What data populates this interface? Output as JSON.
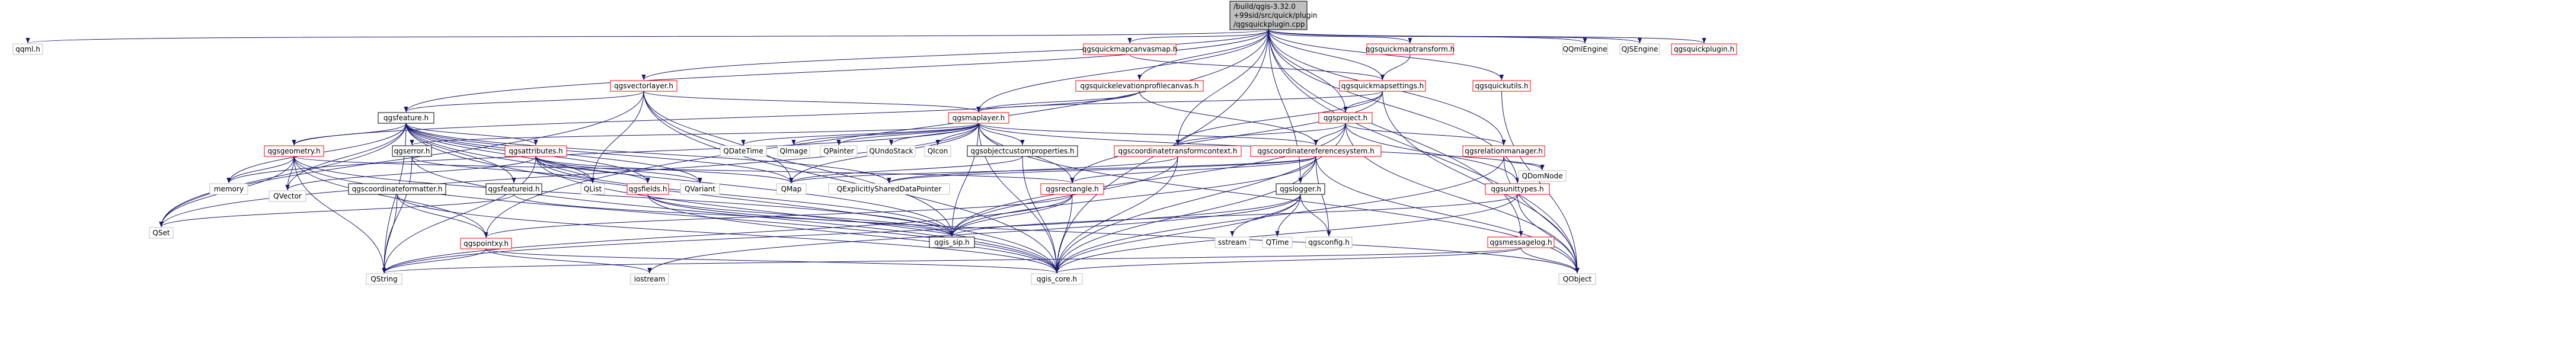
{
  "colors": {
    "root_fill": "#bfbfbf",
    "fill": "#ffffff",
    "black": "#000000",
    "red": "#ff0000",
    "gray": "#bfbfbf",
    "edge": "#191970"
  },
  "root": [
    "/build/qgis-3.32.0",
    "+99sid/src/quick/plugin",
    "/qgsquickplugin.cpp"
  ],
  "nodes": [
    {
      "id": "qqml",
      "label": "qqml.h",
      "style": "gray"
    },
    {
      "id": "qgsquickmapcanvasmap",
      "label": "qgsquickmapcanvasmap.h",
      "style": "red"
    },
    {
      "id": "qgsquickmaptransform",
      "label": "qgsquickmaptransform.h",
      "style": "red"
    },
    {
      "id": "qqmlengine",
      "label": "QQmlEngine",
      "style": "gray"
    },
    {
      "id": "qjsengine",
      "label": "QJSEngine",
      "style": "gray"
    },
    {
      "id": "qgsquickplugin",
      "label": "qgsquickplugin.h",
      "style": "red"
    },
    {
      "id": "qgsvectorlayer",
      "label": "qgsvectorlayer.h",
      "style": "red"
    },
    {
      "id": "qgsquickmapsettings",
      "label": "qgsquickmapsettings.h",
      "style": "red"
    },
    {
      "id": "qgsquickelevationprofilecanvas",
      "label": "qgsquickelevationprofilecanvas.h",
      "style": "red"
    },
    {
      "id": "qgsquickutils",
      "label": "qgsquickutils.h",
      "style": "red"
    },
    {
      "id": "qgsfeature",
      "label": "qgsfeature.h",
      "style": "black"
    },
    {
      "id": "qgsmaplayer",
      "label": "qgsmaplayer.h",
      "style": "red"
    },
    {
      "id": "qgsproject",
      "label": "qgsproject.h",
      "style": "red"
    },
    {
      "id": "qgsgeometry",
      "label": "qgsgeometry.h",
      "style": "red"
    },
    {
      "id": "qgserror",
      "label": "qgserror.h",
      "style": "black"
    },
    {
      "id": "qgsattributes",
      "label": "qgsattributes.h",
      "style": "red"
    },
    {
      "id": "qgsobjectcustomproperties",
      "label": "qgsobjectcustomproperties.h",
      "style": "black"
    },
    {
      "id": "qdatetime",
      "label": "QDateTime",
      "style": "gray"
    },
    {
      "id": "qimage",
      "label": "QImage",
      "style": "gray"
    },
    {
      "id": "qpainter",
      "label": "QPainter",
      "style": "gray"
    },
    {
      "id": "qundostack",
      "label": "QUndoStack",
      "style": "gray"
    },
    {
      "id": "qicon",
      "label": "QIcon",
      "style": "gray"
    },
    {
      "id": "qgscoordinatetransformcontext",
      "label": "qgscoordinatetransformcontext.h",
      "style": "red"
    },
    {
      "id": "qgscoordinatereferencesystem",
      "label": "qgscoordinatereferencesystem.h",
      "style": "red"
    },
    {
      "id": "qgsrelationmanager",
      "label": "qgsrelationmanager.h",
      "style": "red"
    },
    {
      "id": "qdomnode",
      "label": "QDomNode",
      "style": "gray"
    },
    {
      "id": "qgsunittypes",
      "label": "qgsunittypes.h",
      "style": "red"
    },
    {
      "id": "memory",
      "label": "memory",
      "style": "gray"
    },
    {
      "id": "qvector",
      "label": "QVector",
      "style": "gray"
    },
    {
      "id": "qgscoordinateformatter",
      "label": "qgscoordinateformatter.h",
      "style": "black"
    },
    {
      "id": "qgsfeatureid",
      "label": "qgsfeatureid.h",
      "style": "black"
    },
    {
      "id": "qlist",
      "label": "QList",
      "style": "gray"
    },
    {
      "id": "qgsfields",
      "label": "qgsfields.h",
      "style": "red"
    },
    {
      "id": "qvariant",
      "label": "QVariant",
      "style": "gray"
    },
    {
      "id": "qmap",
      "label": "QMap",
      "style": "gray"
    },
    {
      "id": "qexplicitlyshareddatapointer",
      "label": "QExplicitlySharedDataPointer",
      "style": "gray"
    },
    {
      "id": "qgsrectangle",
      "label": "qgsrectangle.h",
      "style": "red"
    },
    {
      "id": "qgslogger",
      "label": "qgslogger.h",
      "style": "black"
    },
    {
      "id": "qgsmessagelog",
      "label": "qgsmessagelog.h",
      "style": "red"
    },
    {
      "id": "qset",
      "label": "QSet",
      "style": "gray"
    },
    {
      "id": "qgspointxy",
      "label": "qgspointxy.h",
      "style": "red"
    },
    {
      "id": "qgis_sip",
      "label": "qgis_sip.h",
      "style": "black"
    },
    {
      "id": "sstream",
      "label": "sstream",
      "style": "gray"
    },
    {
      "id": "qtime",
      "label": "QTime",
      "style": "gray"
    },
    {
      "id": "qgsconfig",
      "label": "qgsconfig.h",
      "style": "gray"
    },
    {
      "id": "qstring",
      "label": "QString",
      "style": "gray"
    },
    {
      "id": "iostream",
      "label": "iostream",
      "style": "gray"
    },
    {
      "id": "qgis_core",
      "label": "qgis_core.h",
      "style": "gray"
    },
    {
      "id": "qobject",
      "label": "QObject",
      "style": "gray"
    }
  ],
  "edges": [
    [
      "root",
      "qqml"
    ],
    [
      "root",
      "qgsquickmapcanvasmap"
    ],
    [
      "root",
      "qgsquickmaptransform"
    ],
    [
      "root",
      "qqmlengine"
    ],
    [
      "root",
      "qjsengine"
    ],
    [
      "root",
      "qgsquickplugin"
    ],
    [
      "root",
      "qgsvectorlayer"
    ],
    [
      "root",
      "qgsquickmapsettings"
    ],
    [
      "root",
      "qgsquickelevationprofilecanvas"
    ],
    [
      "root",
      "qgsquickutils"
    ],
    [
      "root",
      "qgsfeature"
    ],
    [
      "root",
      "qgsmaplayer"
    ],
    [
      "root",
      "qgsproject"
    ],
    [
      "root",
      "qgscoordinatetransformcontext"
    ],
    [
      "root",
      "qgsrelationmanager"
    ],
    [
      "root",
      "qgsunittypes"
    ],
    [
      "root",
      "qgsmessagelog"
    ],
    [
      "root",
      "qgslogger"
    ],
    [
      "root",
      "qobject"
    ],
    [
      "root",
      "qgspointxy"
    ],
    [
      "root",
      "qgis_core"
    ],
    [
      "qgsquickmapcanvasmap",
      "qgsquickmapsettings"
    ],
    [
      "qgsquickmaptransform",
      "qgsquickmapsettings"
    ],
    [
      "qgsvectorlayer",
      "qgsfeature"
    ],
    [
      "qgsvectorlayer",
      "qgsmaplayer"
    ],
    [
      "qgsvectorlayer",
      "qset"
    ],
    [
      "qgsvectorlayer",
      "qlist"
    ],
    [
      "qgsvectorlayer",
      "qmap"
    ],
    [
      "qgsvectorlayer",
      "qgis_core"
    ],
    [
      "qgsvectorlayer",
      "qgis_sip"
    ],
    [
      "qgsquickmapsettings",
      "qgsmaplayer"
    ],
    [
      "qgsquickmapsettings",
      "qgsproject"
    ],
    [
      "qgsquickmapsettings",
      "qgscoordinatetransformcontext"
    ],
    [
      "qgsquickmapsettings",
      "qgsrectangle"
    ],
    [
      "qgsquickmapsettings",
      "qobject"
    ],
    [
      "qgsquickelevationprofilecanvas",
      "qgsmaplayer"
    ],
    [
      "qgsquickelevationprofilecanvas",
      "qgscoordinatereferencesystem"
    ],
    [
      "qgsquickelevationprofilecanvas",
      "qgsgeometry"
    ],
    [
      "qgsquickutils",
      "qobject"
    ],
    [
      "qgsfeature",
      "qgsgeometry"
    ],
    [
      "qgsfeature",
      "qgsattributes"
    ],
    [
      "qgsfeature",
      "qgsfields"
    ],
    [
      "qgsfeature",
      "qgsfeatureid"
    ],
    [
      "qgsfeature",
      "qlist"
    ],
    [
      "qgsfeature",
      "qvector"
    ],
    [
      "qgsfeature",
      "qset"
    ],
    [
      "qgsfeature",
      "qmap"
    ],
    [
      "qgsfeature",
      "qvariant"
    ],
    [
      "qgsfeature",
      "qexplicitlyshareddatapointer"
    ],
    [
      "qgsfeature",
      "memory"
    ],
    [
      "qgsfeature",
      "qstring"
    ],
    [
      "qgsfeature",
      "qgis_core"
    ],
    [
      "qgsfeature",
      "qgis_sip"
    ],
    [
      "qgsmaplayer",
      "qgserror"
    ],
    [
      "qgsmaplayer",
      "qgsobjectcustomproperties"
    ],
    [
      "qgsmaplayer",
      "qdatetime"
    ],
    [
      "qgsmaplayer",
      "qimage"
    ],
    [
      "qgsmaplayer",
      "qpainter"
    ],
    [
      "qgsmaplayer",
      "qundostack"
    ],
    [
      "qgsmaplayer",
      "qicon"
    ],
    [
      "qgsmaplayer",
      "qgscoordinatereferencesystem"
    ],
    [
      "qgsmaplayer",
      "qgsrectangle"
    ],
    [
      "qgsmaplayer",
      "qdomnode"
    ],
    [
      "qgsmaplayer",
      "qobject"
    ],
    [
      "qgsmaplayer",
      "qgis_core"
    ],
    [
      "qgsmaplayer",
      "qgis_sip"
    ],
    [
      "qgsmaplayer",
      "qset"
    ],
    [
      "qgsmaplayer",
      "memory"
    ],
    [
      "qgsmaplayer",
      "qmap"
    ],
    [
      "qgsproject",
      "qgscoordinatetransformcontext"
    ],
    [
      "qgsproject",
      "qgscoordinatereferencesystem"
    ],
    [
      "qgsproject",
      "qgsrelationmanager"
    ],
    [
      "qgsproject",
      "qgsunittypes"
    ],
    [
      "qgsproject",
      "qobject"
    ],
    [
      "qgsproject",
      "qgis_core"
    ],
    [
      "qgsproject",
      "qgis_sip"
    ],
    [
      "qgsgeometry",
      "qgspointxy"
    ],
    [
      "qgsgeometry",
      "qgsrectangle"
    ],
    [
      "qgsgeometry",
      "qset"
    ],
    [
      "qgsgeometry",
      "qstring"
    ],
    [
      "qgsgeometry",
      "qvector"
    ],
    [
      "qgsgeometry",
      "memory"
    ],
    [
      "qgsgeometry",
      "qgis_core"
    ],
    [
      "qgsgeometry",
      "qgis_sip"
    ],
    [
      "qgserror",
      "qlist"
    ],
    [
      "qgserror",
      "qstring"
    ],
    [
      "qgserror",
      "qgis_core"
    ],
    [
      "qgsattributes",
      "qmap"
    ],
    [
      "qgsattributes",
      "qvariant"
    ],
    [
      "qgsattributes",
      "qlist"
    ],
    [
      "qgsattributes",
      "qvector"
    ],
    [
      "qgsattributes",
      "qstring"
    ],
    [
      "qgsattributes",
      "qgsfields"
    ],
    [
      "qgsattributes",
      "qgis_core"
    ],
    [
      "qgsattributes",
      "qgis_sip"
    ],
    [
      "qgsobjectcustomproperties",
      "qmap"
    ],
    [
      "qgsobjectcustomproperties",
      "qgis_core"
    ],
    [
      "qgscoordinatetransformcontext",
      "qexplicitlyshareddatapointer"
    ],
    [
      "qgscoordinatetransformcontext",
      "qgis_core"
    ],
    [
      "qgscoordinatetransformcontext",
      "qgis_sip"
    ],
    [
      "qgscoordinatereferencesystem",
      "qgsrectangle"
    ],
    [
      "qgscoordinatereferencesystem",
      "qgslogger"
    ],
    [
      "qgscoordinatereferencesystem",
      "qgsconfig"
    ],
    [
      "qgscoordinatereferencesystem",
      "qexplicitlyshareddatapointer"
    ],
    [
      "qgscoordinatereferencesystem",
      "qobject"
    ],
    [
      "qgscoordinatereferencesystem",
      "qgis_core"
    ],
    [
      "qgscoordinatereferencesystem",
      "qgis_sip"
    ],
    [
      "qgscoordinatereferencesystem",
      "qmap"
    ],
    [
      "qgsrelationmanager",
      "qdomnode"
    ],
    [
      "qgsrelationmanager",
      "qobject"
    ],
    [
      "qgsrelationmanager",
      "qgis_core"
    ],
    [
      "qgsunittypes",
      "qgis_core"
    ],
    [
      "qgsunittypes",
      "qgis_sip"
    ],
    [
      "qgsunittypes",
      "qobject"
    ],
    [
      "qgscoordinateformatter",
      "qgspointxy"
    ],
    [
      "qgscoordinateformatter",
      "qstring"
    ],
    [
      "qgscoordinateformatter",
      "qgis_core"
    ],
    [
      "qgsfeatureid",
      "qset"
    ],
    [
      "qgsfeatureid",
      "qgis_sip"
    ],
    [
      "qgsfields",
      "qobject"
    ],
    [
      "qgsfields",
      "qgis_core"
    ],
    [
      "qgsfields",
      "qgis_sip"
    ],
    [
      "qgsrectangle",
      "qgspointxy"
    ],
    [
      "qgsrectangle",
      "qgis_core"
    ],
    [
      "qgsrectangle",
      "qgis_sip"
    ],
    [
      "qgsrectangle",
      "qstring"
    ],
    [
      "qgslogger",
      "iostream"
    ],
    [
      "qgslogger",
      "sstream"
    ],
    [
      "qgslogger",
      "qtime"
    ],
    [
      "qgslogger",
      "qgsconfig"
    ],
    [
      "qgslogger",
      "qgis_core"
    ],
    [
      "qgslogger",
      "qstring"
    ],
    [
      "qgsmessagelog",
      "qgis_core"
    ],
    [
      "qgsmessagelog",
      "qobject"
    ],
    [
      "qgsmessagelog",
      "qstring"
    ],
    [
      "qgspointxy",
      "qgis_core"
    ],
    [
      "qgspointxy",
      "qstring"
    ],
    [
      "qgspointxy",
      "iostream"
    ]
  ]
}
